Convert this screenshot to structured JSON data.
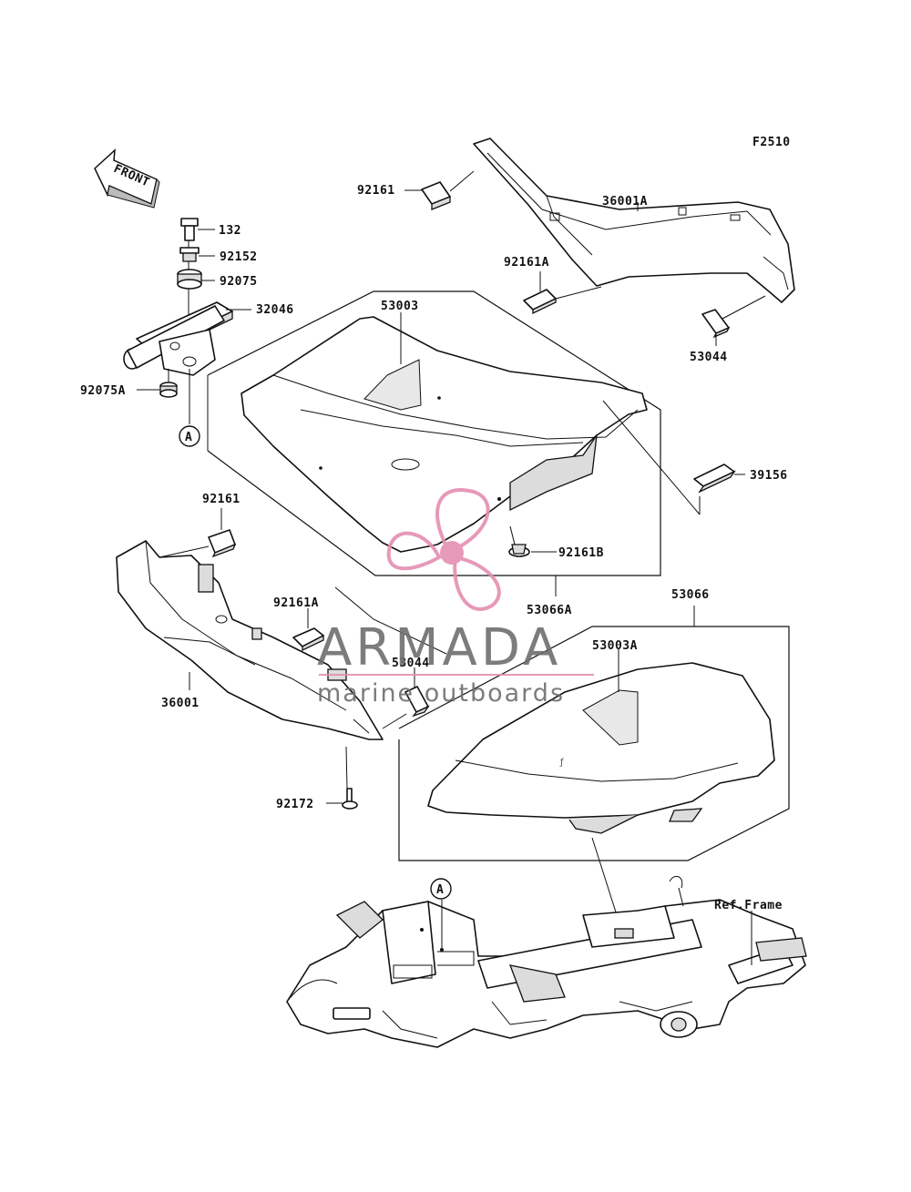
{
  "figure_code": "F2510",
  "front_arrow": "FRONT",
  "ref_frame": "Ref.Frame",
  "callout_a": "A",
  "parts": {
    "p132": "132",
    "p92152": "92152",
    "p92075": "92075",
    "p32046": "32046",
    "p92075A": "92075A",
    "p92161_top": "92161",
    "p36001A": "36001A",
    "p92161A_top": "92161A",
    "p53044_top": "53044",
    "p53003": "53003",
    "p39156": "39156",
    "p92161B": "92161B",
    "p53066A": "53066A",
    "p92161_left": "92161",
    "p92161A_left": "92161A",
    "p53044_mid": "53044",
    "p36001": "36001",
    "p92172": "92172",
    "p53066": "53066",
    "p53003A": "53003A"
  },
  "watermark": {
    "brand": "ARMADA",
    "tagline": "marine outboards",
    "color_pink": "#e58fb2",
    "color_gray": "#6e6e6e"
  }
}
